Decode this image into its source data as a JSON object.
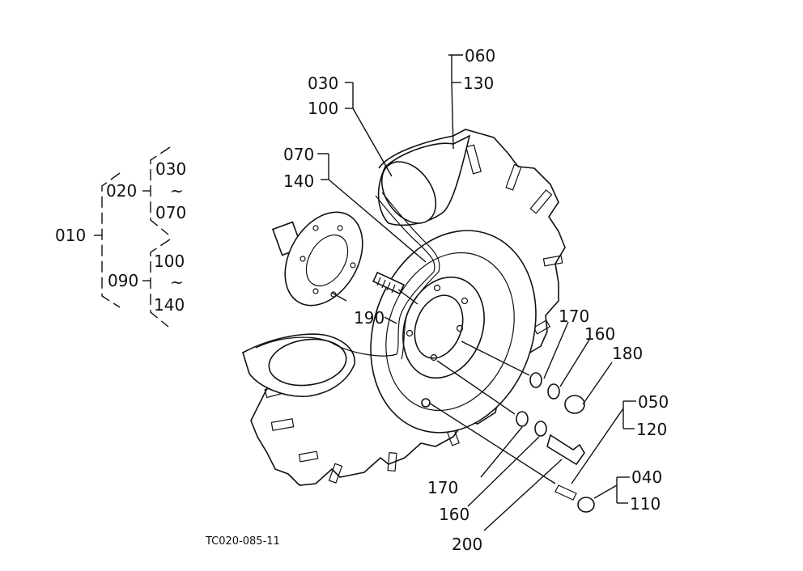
{
  "diagram": {
    "drawing_code": "TC020-085-11",
    "tree": {
      "root": "010",
      "groups": [
        {
          "label": "020",
          "range_from": "030",
          "range_sep": "~",
          "range_to": "070"
        },
        {
          "label": "090",
          "range_from": "100",
          "range_sep": "~",
          "range_to": "140"
        }
      ]
    },
    "callouts": {
      "c030": "030",
      "c100": "100",
      "c060": "060",
      "c130": "130",
      "c070": "070",
      "c140": "140",
      "c190": "190",
      "c170a": "170",
      "c160a": "160",
      "c180": "180",
      "c050": "050",
      "c120": "120",
      "c170b": "170",
      "c160b": "160",
      "c200": "200",
      "c040": "040",
      "c110": "110"
    }
  }
}
